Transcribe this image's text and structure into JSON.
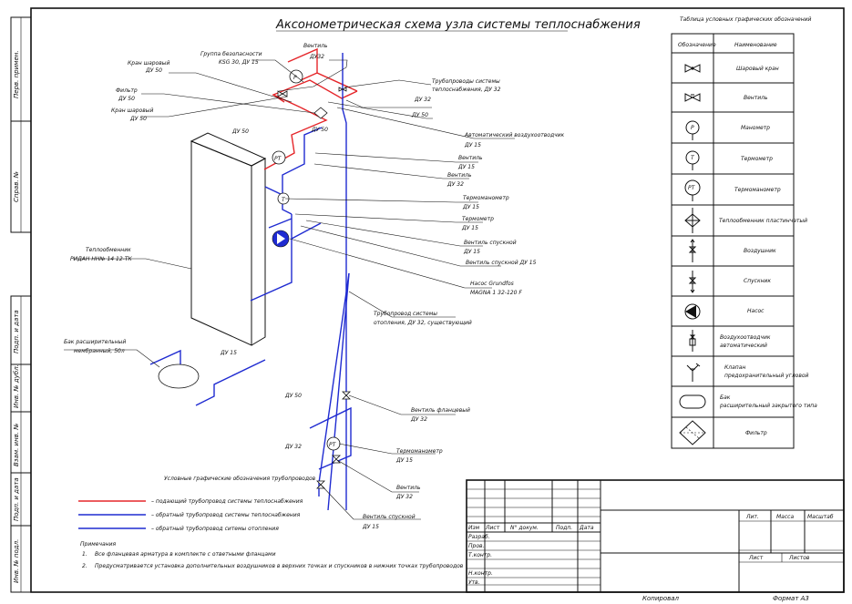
{
  "title": "Аксонометрическая  схема узла системы теплоснабжения",
  "side_labels": [
    "Перв. примен.",
    "Справ. №",
    "Подп. и дата",
    "Инв. № дубл.",
    "Взам. инв. №",
    "Подп. и дата",
    "Инв. № подл."
  ],
  "legend_table": {
    "caption": "Таблица условных графических обозначений",
    "col_symbol": "Обозначение",
    "col_name": "Наименование",
    "rows": [
      {
        "icon": "ball-valve-icon",
        "name": "Шаровый кран",
        "mark": ""
      },
      {
        "icon": "valve-icon",
        "name": "Вентиль",
        "mark": ""
      },
      {
        "icon": "pressure-gauge-icon",
        "name": "Манометр",
        "mark": "P"
      },
      {
        "icon": "thermometer-icon",
        "name": "Термометр",
        "mark": "T"
      },
      {
        "icon": "thermomanometer-icon",
        "name": "Термоманометр",
        "mark": "PT"
      },
      {
        "icon": "plate-heat-exchanger-icon",
        "name": "Теплообменник пластинчатый",
        "mark": ""
      },
      {
        "icon": "air-vent-icon",
        "name": "Воздушник",
        "mark": ""
      },
      {
        "icon": "drain-icon",
        "name": "Спускник",
        "mark": ""
      },
      {
        "icon": "pump-icon",
        "name": "Насос",
        "mark": ""
      },
      {
        "icon": "auto-air-vent-icon",
        "name": "Воздухоотводчик автоматический",
        "mark": ""
      },
      {
        "icon": "safety-valve-icon",
        "name": "Клапан предохранительный угловой",
        "mark": ""
      },
      {
        "icon": "expansion-tank-icon",
        "name": "Бак расширительный закрытого типа",
        "mark": ""
      },
      {
        "icon": "filter-icon",
        "name": "Фильтр",
        "mark": ""
      }
    ]
  },
  "diagram": {
    "labels": [
      {
        "t": "Вентиль",
        "u": "ДУ32"
      },
      {
        "t": "Группа безопасности",
        "u": "KSG 30, ДУ 15"
      },
      {
        "t": "Кран шаровый",
        "u": "ДУ 50"
      },
      {
        "t": "Фильтр",
        "u": "ДУ 50"
      },
      {
        "t": "Кран шаровый",
        "u": "ДУ 50"
      },
      {
        "t": "Трубопроводы системы",
        "u": "теплоснабжения, ДУ 32"
      },
      {
        "t": "Автоматический воздухоотводчик",
        "u": "ДУ 15"
      },
      {
        "t": "Вентиль",
        "u": "ДУ 15"
      },
      {
        "t": "Вентиль",
        "u": "ДУ 32"
      },
      {
        "t": "Термоманометр",
        "u": "ДУ 15"
      },
      {
        "t": "Термометр",
        "u": "ДУ 15"
      },
      {
        "t": "Вентиль спускной",
        "u": "ДУ 15"
      },
      {
        "t": "Вентиль спускной",
        "u": "ДУ 15"
      },
      {
        "t": "Насос Grundfos",
        "u": "MAGNA 1 32-120 F"
      },
      {
        "t": "Трубопровод системы",
        "u": "отопления, ДУ 32, существующий"
      },
      {
        "t": "Теплообменник",
        "u": "РИДАН НН№ 14 12-ТК"
      },
      {
        "t": "Бак расширительный",
        "u": "мембранный, 50л"
      },
      {
        "t": "Вентиль фланцевый",
        "u": "ДУ 32"
      },
      {
        "t": "Термоманометр",
        "u": "ДУ 15"
      },
      {
        "t": "Вентиль",
        "u": "ДУ 32"
      },
      {
        "t": "Вентиль спускной",
        "u": "ДУ 15"
      }
    ],
    "du": {
      "du50a": "ДУ 50",
      "du50b": "ДУ 50",
      "du32a": "ДУ 32",
      "du50c": "ДУ 50",
      "du15": "ДУ 15",
      "du50d": "ДУ 50",
      "du32b": "ДУ 32"
    },
    "marks": {
      "p": "P",
      "pt": "PT",
      "t": "T",
      "pt2": "PT"
    }
  },
  "pipe_legend": {
    "caption": "Условные графические обозначения трубопроводов",
    "items": [
      {
        "color": "#e5262a",
        "text": "– подающий трубопровод системы теплоснабжения"
      },
      {
        "color": "#1f2bd1",
        "text": "– обратный трубопровод системы теплоснабжения"
      },
      {
        "color": "#1f2bd1",
        "text": "– обратный трубопровод ситемы отопления"
      }
    ]
  },
  "notes": {
    "title": "Примечания",
    "items": [
      {
        "n": "1.",
        "text": "Все фланцевая арматура в комплекте с ответными фланцами"
      },
      {
        "n": "2.",
        "text": "Предусматривается установка дополнительных воздушников в верхних точках и спускников в нижних точках трубопроводов"
      }
    ]
  },
  "stamp": {
    "cols": [
      "Изм",
      "Лист",
      "N° докум.",
      "Подп.",
      "Дата"
    ],
    "rows": [
      "Разраб.",
      "Пров.",
      "Т.контр.",
      "",
      "Н.контр.",
      "Утв."
    ],
    "lit": "Лит.",
    "massa": "Масса",
    "masshtab": "Масштаб",
    "list": "Лист",
    "listov": "Листов"
  },
  "footer": {
    "kopiroval": "Копировал",
    "format": "Формат А3"
  }
}
